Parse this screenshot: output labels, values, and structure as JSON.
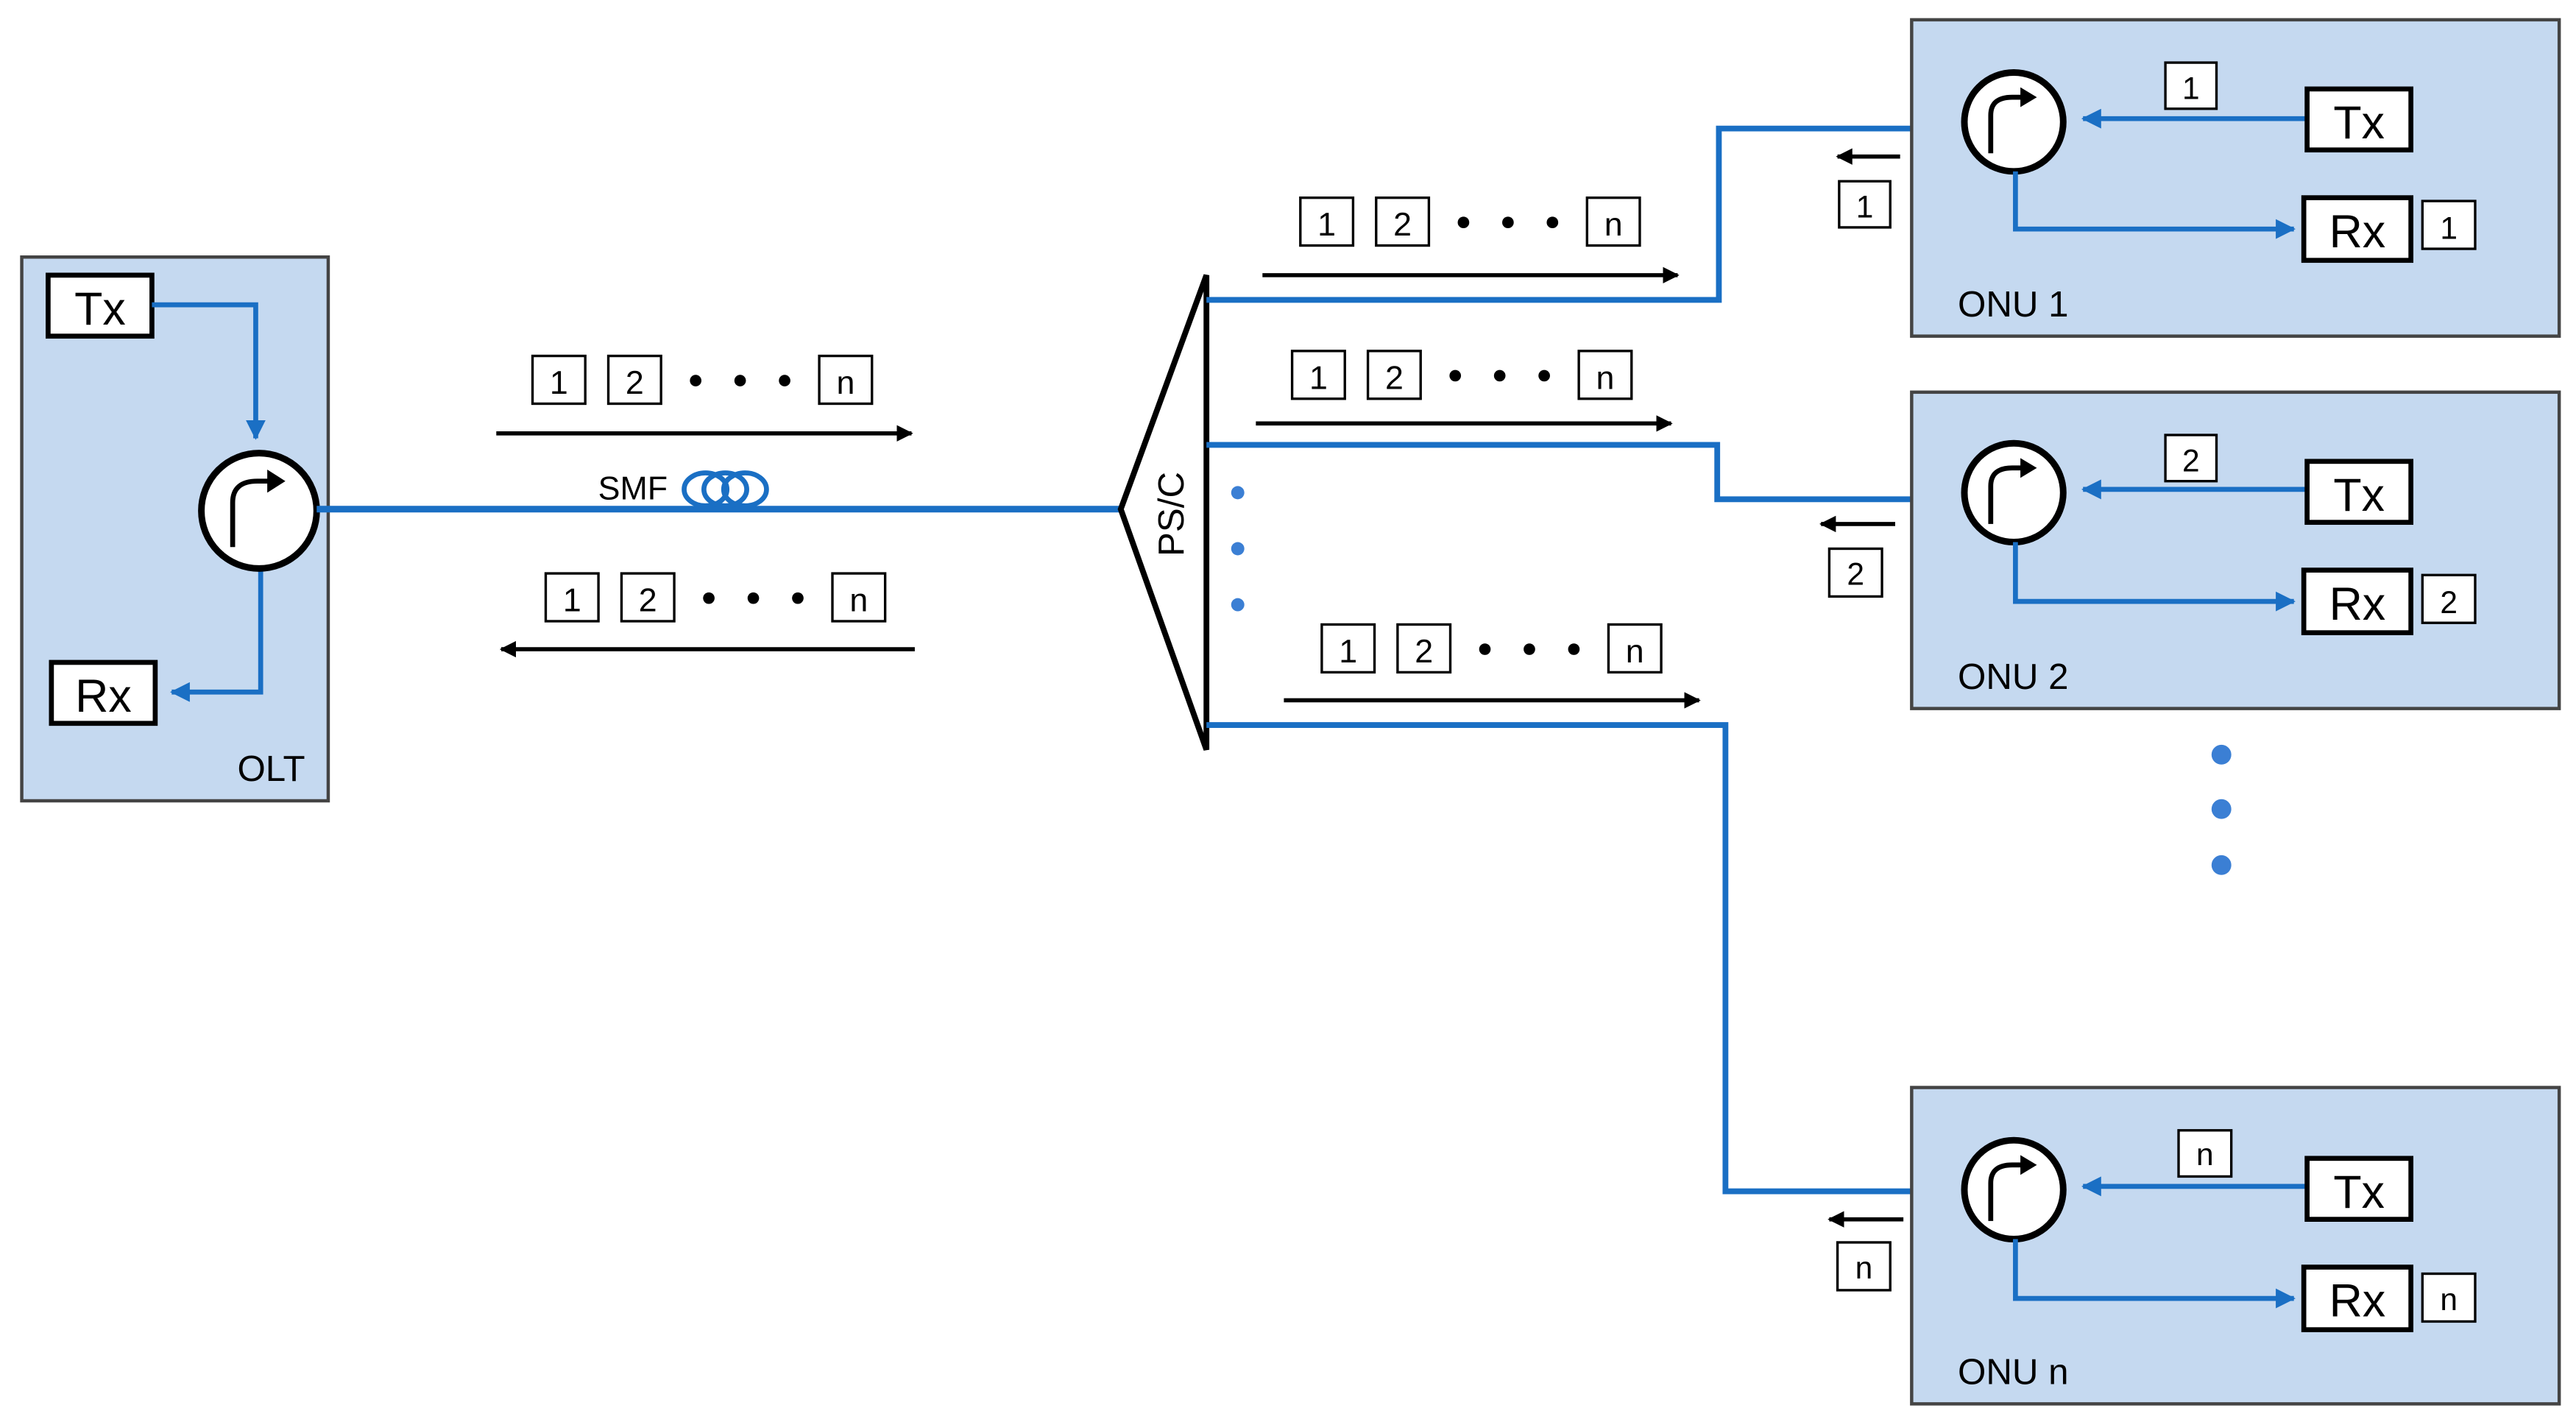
{
  "colors": {
    "panel_fill": "#c5d9f0",
    "panel_stroke": "#444444",
    "fiber": "#1a6fc4",
    "arrow": "#000000"
  },
  "olt": {
    "label": "OLT",
    "tx_label": "Tx",
    "rx_label": "Rx"
  },
  "fiber": {
    "label": "SMF"
  },
  "splitter": {
    "label": "PS/C"
  },
  "downstream_frames": [
    "1",
    "2",
    "n"
  ],
  "upstream_frames": [
    "1",
    "2",
    "n"
  ],
  "branch_frames": [
    [
      "1",
      "2",
      "n"
    ],
    [
      "1",
      "2",
      "n"
    ],
    [
      "1",
      "2",
      "n"
    ]
  ],
  "onus": [
    {
      "label": "ONU 1",
      "tx_label": "Tx",
      "rx_label": "Rx",
      "tx_slot": "1",
      "rx_slot": "1",
      "uplink_slot": "1"
    },
    {
      "label": "ONU 2",
      "tx_label": "Tx",
      "rx_label": "Rx",
      "tx_slot": "2",
      "rx_slot": "2",
      "uplink_slot": "2"
    },
    {
      "label": "ONU n",
      "tx_label": "Tx",
      "rx_label": "Rx",
      "tx_slot": "n",
      "rx_slot": "n",
      "uplink_slot": "n"
    }
  ]
}
